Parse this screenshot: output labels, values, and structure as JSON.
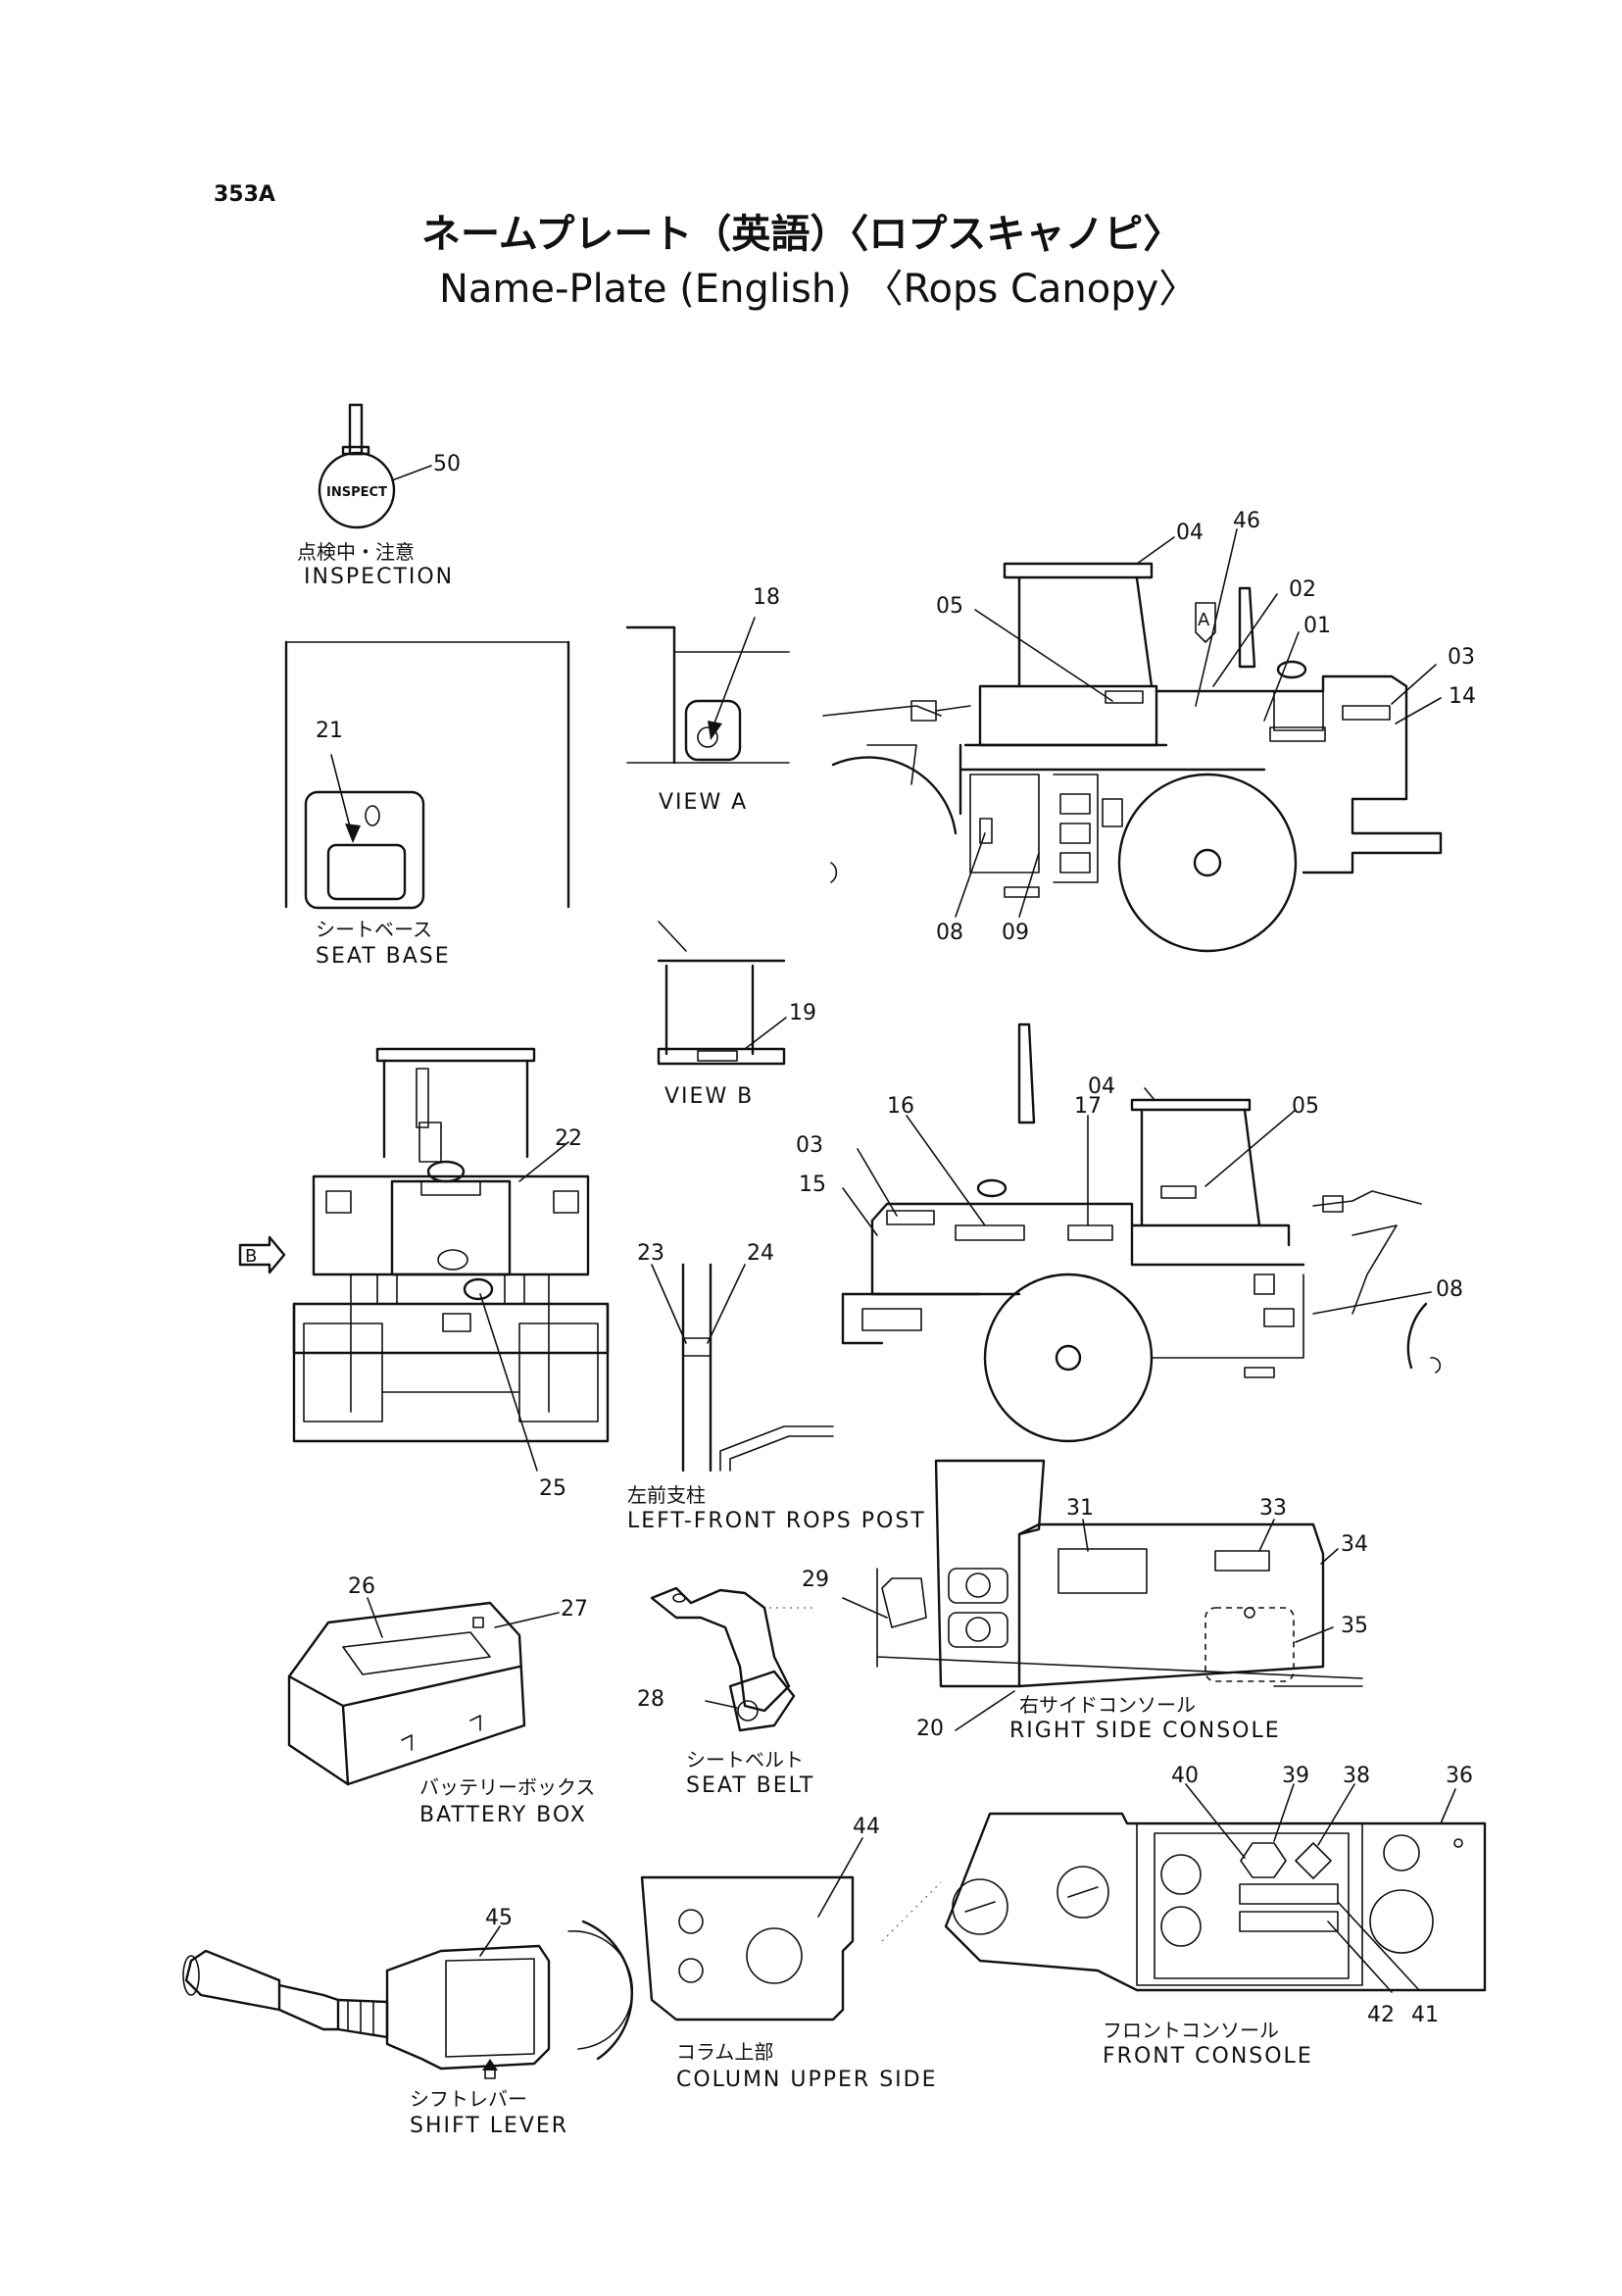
{
  "page_code": "353A",
  "title_jp": "ネームプレート（英語）〈ロプスキャノピ〉",
  "title_en": "Name-Plate (English) 〈Rops Canopy〉",
  "badge_text": "INSPECT",
  "sections": {
    "inspection": {
      "jp": "点検中・注意",
      "en": "INSPECTION"
    },
    "seat_base": {
      "jp": "シートベース",
      "en": "SEAT BASE"
    },
    "view_a": {
      "en": "VIEW A"
    },
    "view_b": {
      "en": "VIEW B"
    },
    "left_front_rops_post": {
      "jp": "左前支柱",
      "en": "LEFT-FRONT ROPS POST"
    },
    "right_side_console": {
      "jp": "右サイドコンソール",
      "en": "RIGHT SIDE CONSOLE"
    },
    "battery_box": {
      "jp": "バッテリーボックス",
      "en": "BATTERY BOX"
    },
    "seat_belt": {
      "jp": "シートベルト",
      "en": "SEAT BELT"
    },
    "column_upper_side": {
      "jp": "コラム上部",
      "en": "COLUMN UPPER SIDE"
    },
    "front_console": {
      "jp": "フロントコンソール",
      "en": "FRONT CONSOLE"
    },
    "shift_lever": {
      "jp": "シフトレバー",
      "en": "SHIFT LEVER"
    }
  },
  "view_markers": {
    "a": "A",
    "b": "B"
  },
  "callouts": {
    "c50": "50",
    "c04a": "04",
    "c46": "46",
    "c02": "02",
    "c01": "01",
    "c03a": "03",
    "c14": "14",
    "c05a": "05",
    "c18": "18",
    "c21": "21",
    "c08a": "08",
    "c09": "09",
    "c19": "19",
    "c04b": "04",
    "c05b": "05",
    "c16": "16",
    "c17": "17",
    "c03b": "03",
    "c15": "15",
    "c08b": "08",
    "c22": "22",
    "c23": "23",
    "c24": "24",
    "c25": "25",
    "c31": "31",
    "c33": "33",
    "c34": "34",
    "c29": "29",
    "c35": "35",
    "c20": "20",
    "c26": "26",
    "c27": "27",
    "c28": "28",
    "c44": "44",
    "c40": "40",
    "c39": "39",
    "c38": "38",
    "c36": "36",
    "c42": "42",
    "c41": "41",
    "c45": "45"
  }
}
